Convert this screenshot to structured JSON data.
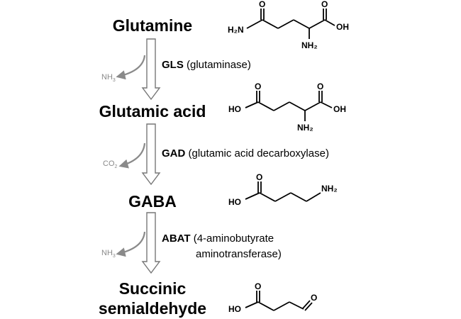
{
  "metabolites": [
    {
      "name": "Glutamine"
    },
    {
      "name": "Glutamic acid"
    },
    {
      "name": "GABA"
    },
    {
      "name_line1": "Succinic",
      "name_line2": "semialdehyde"
    }
  ],
  "steps": [
    {
      "enzyme": "GLS",
      "enzyme_full": "(glutaminase)",
      "byproduct_base": "NH",
      "byproduct_sub": "3"
    },
    {
      "enzyme": "GAD",
      "enzyme_full": "(glutamic acid decarboxylase)",
      "byproduct_base": "CO",
      "byproduct_sub": "2"
    },
    {
      "enzyme": "ABAT",
      "enzyme_full_line1": "(4-aminobutyrate",
      "enzyme_full_line2": "aminotransferase)",
      "byproduct_base": "NH",
      "byproduct_sub": "3"
    }
  ],
  "structures": {
    "glutamine": {
      "amide": "H₂N",
      "carbonyl_o1": "O",
      "carbonyl_o2": "O",
      "oh": "OH",
      "amine": "NH₂"
    },
    "glutamic_acid": {
      "ho": "HO",
      "carbonyl_o1": "O",
      "carbonyl_o2": "O",
      "oh": "OH",
      "amine": "NH₂"
    },
    "gaba": {
      "ho": "HO",
      "carbonyl_o": "O",
      "amine": "NH₂"
    },
    "succinic_semialdehyde": {
      "ho": "HO",
      "carbonyl_o": "O",
      "aldehyde_o": "O"
    }
  },
  "colors": {
    "text": "#000000",
    "byproduct": "#8a8a8a",
    "arrow_stroke": "#777777",
    "arrow_fill": "#ffffff"
  }
}
